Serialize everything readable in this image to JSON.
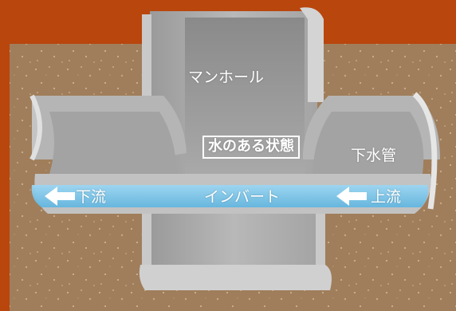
{
  "labels": {
    "manhole": "マンホール",
    "water_state": "水のある状態",
    "sewer_pipe": "下水管",
    "downstream": "下流",
    "invert": "インバート",
    "upstream": "上流"
  },
  "colors": {
    "background": "#b9460d",
    "soil": "#a07e5b",
    "concrete": "#c4c4c4",
    "concrete_dark": "#8f8f8f",
    "water": "#7dc8ec",
    "label_text": "#ffffff"
  }
}
